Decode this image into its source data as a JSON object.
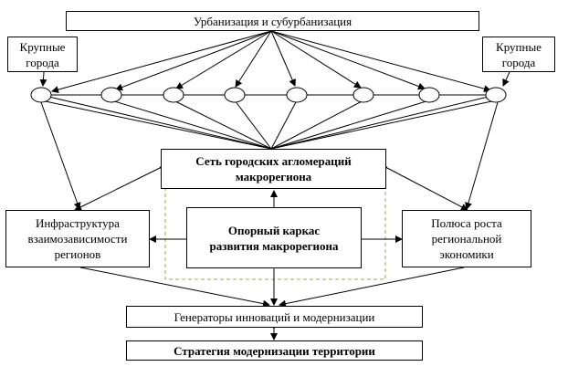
{
  "diagram": {
    "urbanization": "Урбанизация и субурбанизация",
    "big_cities_left": "Крупные\nгорода",
    "big_cities_right": "Крупные\nгорода",
    "agglomeration_network": "Сеть городских агломераций\nмакрорегиона",
    "infrastructure": "Инфраструктура\nвзаимозависимости\nрегионов",
    "core_framework": "Опорный каркас\nразвития макрорегиона",
    "growth_poles": "Полюса роста\nрегиональной\nэкономики",
    "innovation_generators": "Генераторы инноваций и модернизации",
    "modernization_strategy": "Стратегия модернизации территории"
  },
  "colors": {
    "line": "#000000",
    "dashed_frame": "#9aa84a",
    "background": "#ffffff"
  }
}
